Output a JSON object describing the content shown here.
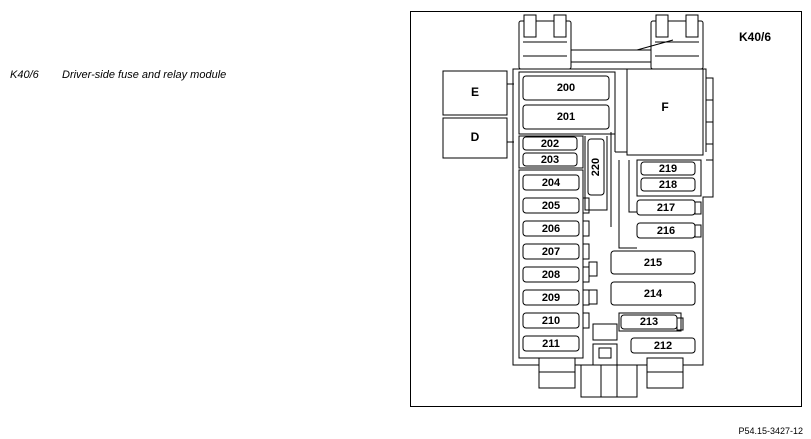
{
  "legend": {
    "code": "K40/6",
    "description": "Driver-side fuse and relay module"
  },
  "module_label": "K40/6",
  "relays": {
    "E": "E",
    "D": "D",
    "F": "F"
  },
  "fuses": {
    "f200": "200",
    "f201": "201",
    "f202": "202",
    "f203": "203",
    "f204": "204",
    "f205": "205",
    "f206": "206",
    "f207": "207",
    "f208": "208",
    "f209": "209",
    "f210": "210",
    "f211": "211",
    "f212": "212",
    "f213": "213",
    "f214": "214",
    "f215": "215",
    "f216": "216",
    "f217": "217",
    "f218": "218",
    "f219": "219",
    "f220": "220"
  },
  "reference": "P54.15-3427-12"
}
